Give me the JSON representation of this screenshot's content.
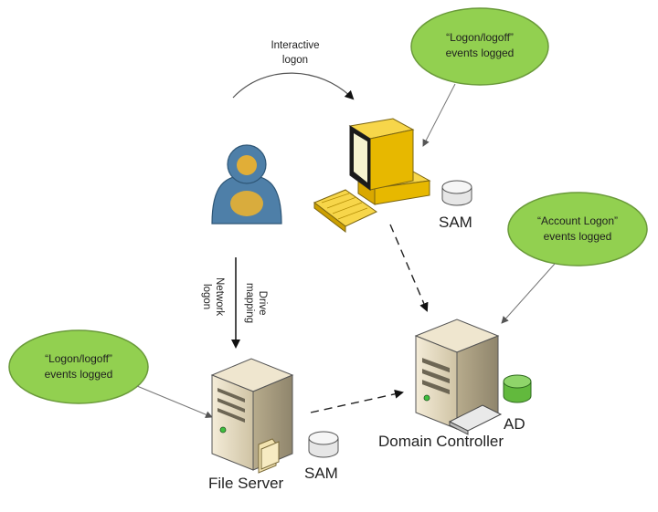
{
  "bubbles": {
    "workstation": [
      "“Logon/logoff”",
      "events logged"
    ],
    "domain_controller": [
      "“Account Logon”",
      "events logged"
    ],
    "file_server": [
      "“Logon/logoff”",
      "events logged"
    ]
  },
  "labels": {
    "interactive_logon": [
      "Interactive",
      "logon"
    ],
    "drive_mapping": [
      "Drive",
      "mapping"
    ],
    "network_logon": [
      "Network",
      "logon"
    ],
    "sam_workstation": "SAM",
    "sam_file_server": "SAM",
    "ad": "AD",
    "domain_controller": "Domain Controller",
    "file_server": "File Server"
  },
  "colors": {
    "bubble_fill": "#92d050",
    "bubble_stroke": "#6a9a3a",
    "server_beige": "#e8dcc0",
    "monitor_yellow": "#f5c400",
    "user_blue": "#4e7fa8",
    "user_gold": "#f2b42a"
  }
}
